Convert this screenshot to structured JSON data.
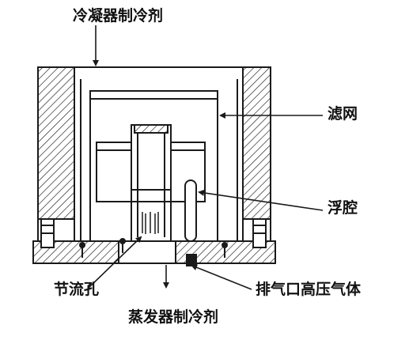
{
  "diagram": {
    "labels": {
      "condenser_refrigerant": "冷凝器制冷剂",
      "filter_screen": "滤网",
      "float_chamber": "浮腔",
      "throttle_orifice": "节流孔",
      "exhaust_port": "排气口高压气体",
      "evaporator_refrigerant": "蒸发器制冷剂"
    },
    "colors": {
      "line": "#1a1a1a",
      "background": "#ffffff"
    }
  }
}
